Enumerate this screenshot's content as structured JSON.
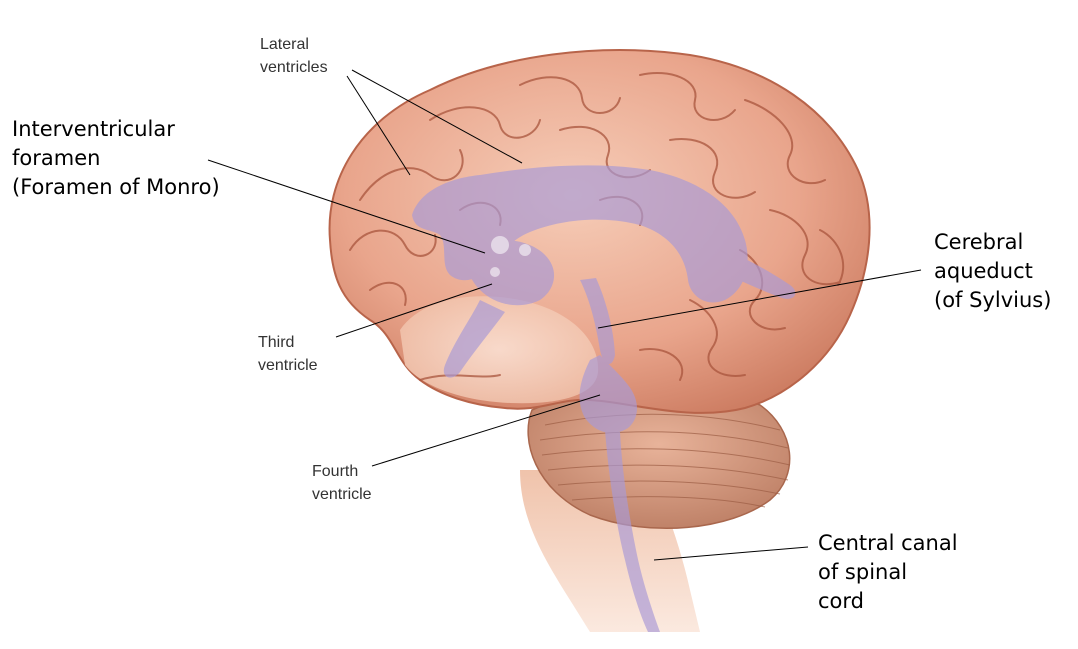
{
  "figure": {
    "palette": {
      "brain_fill": "#e9a58c",
      "brain_shadow": "#b8644a",
      "gyri_line": "#a9553d",
      "cerebellum_fill": "#dba086",
      "brainstem_fill": "#f1c9b4",
      "ventricle_fill": "#a99ad6",
      "leader_line": "#000000",
      "label_text": "#000000"
    },
    "labels": {
      "lateral_ventricles": "Lateral\nventricles",
      "interventricular_foramen": "Interventricular\nforamen\n(Foramen of Monro)",
      "third_ventricle": "Third\nventricle",
      "cerebral_aqueduct": "Cerebral\naqueduct\n(of Sylvius)",
      "fourth_ventricle": "Fourth\nventricle",
      "central_canal": "Central canal\nof spinal\ncord"
    }
  }
}
